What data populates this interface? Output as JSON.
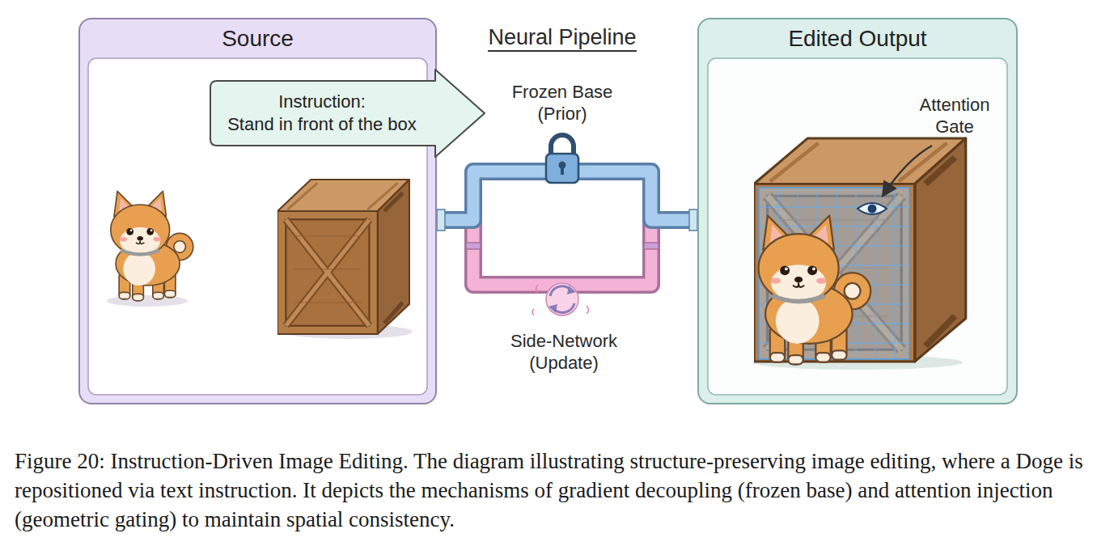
{
  "diagram": {
    "caption": "Figure 20: Instruction-Driven Image Editing. The diagram illustrating structure-preserving image editing, where a Doge is repositioned via text instruction. It depicts the mechanisms of gradient decoupling (frozen base) and attention injection (geometric gating) to maintain spatial consistency.",
    "nodes": [
      {
        "text": [
          "Source"
        ]
      },
      {
        "text": [
          "Instruction:",
          "Stand in front of the box"
        ]
      },
      {
        "text": [
          "Edited Output"
        ]
      }
    ],
    "edges": [
      {
        "from": 0,
        "to": 2,
        "arrow": "none"
      }
    ],
    "labels": [
      "Neural Pipeline",
      "Frozen Base (Prior)",
      "Side-Network (Update)",
      "Attention Gate"
    ]
  }
}
